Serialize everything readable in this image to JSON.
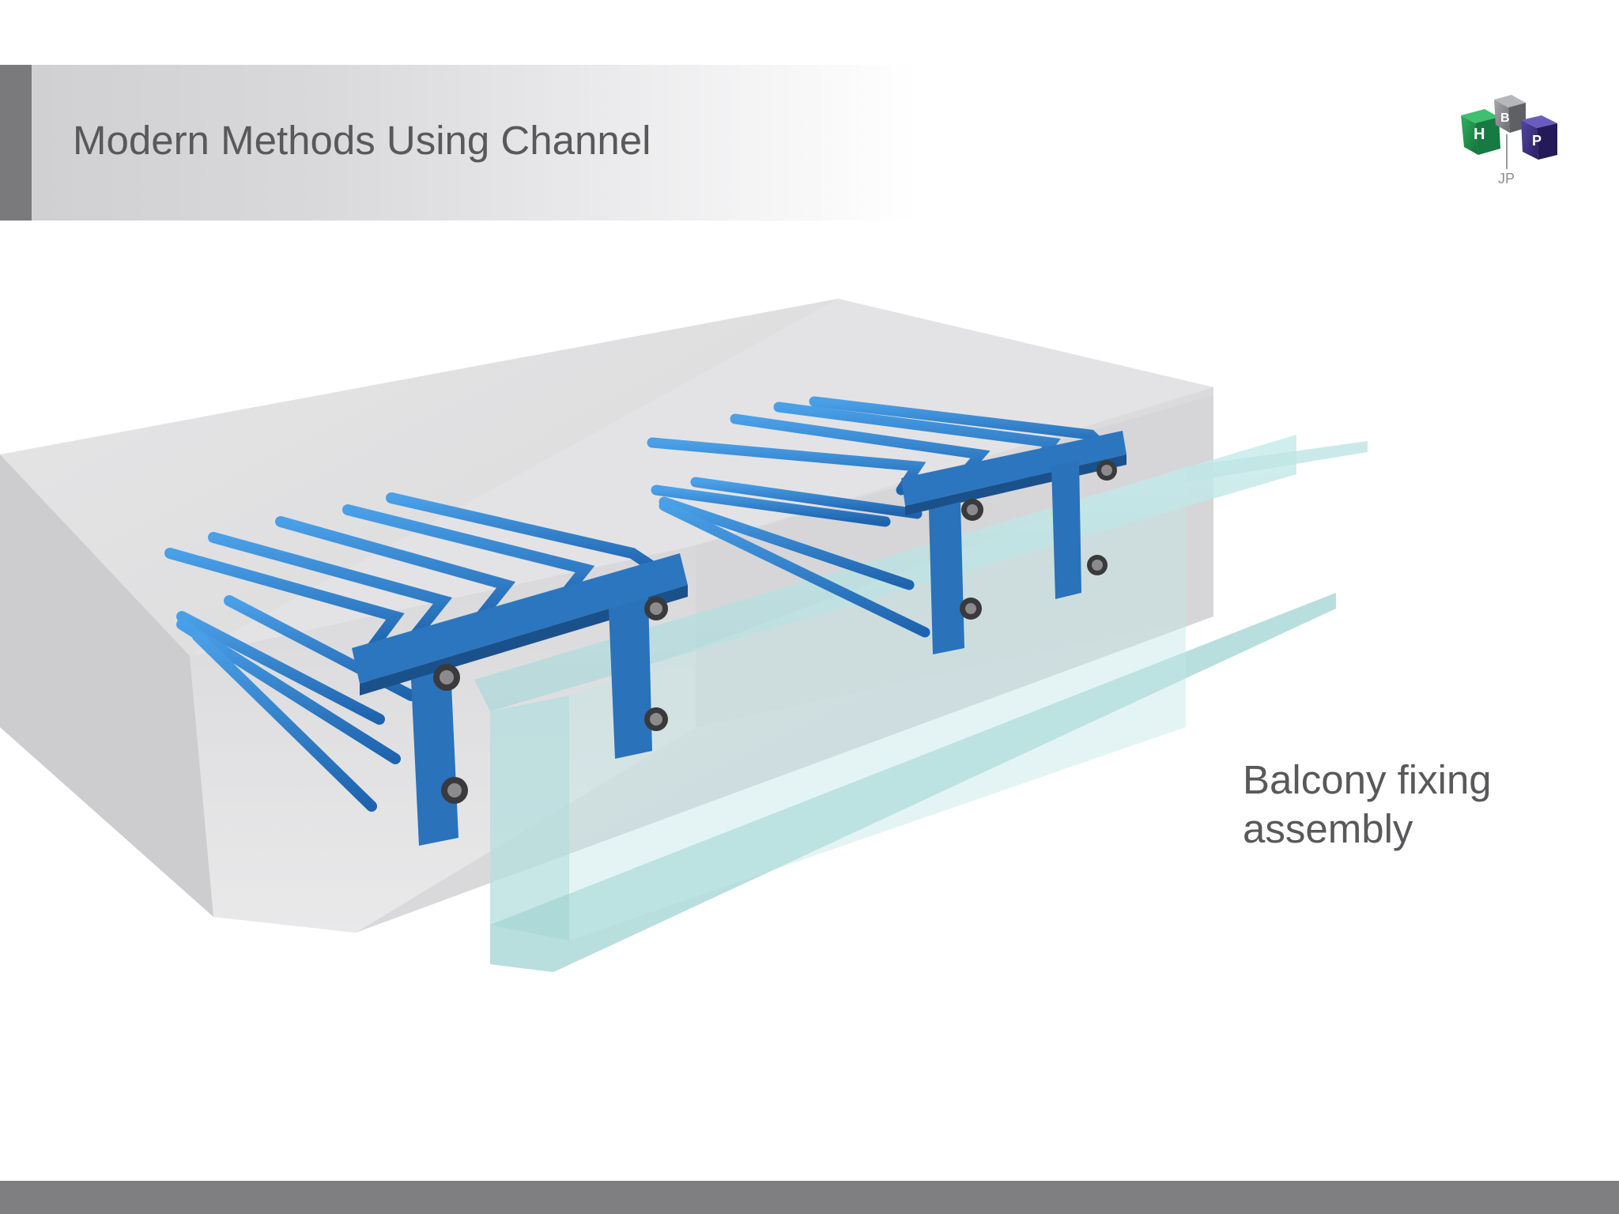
{
  "slide": {
    "title": "Modern Methods Using Channel",
    "caption_lines": [
      "Balcony fixing",
      "assembly"
    ]
  },
  "logo": {
    "letters": [
      "H",
      "B",
      "P"
    ],
    "sublabel": "JP",
    "colors": {
      "left": "#1e8a4c",
      "top": "#8a8c90",
      "right": "#3c2f7e"
    }
  },
  "illustration": {
    "subject": "concrete slab with cast-in blue anchor channels and translucent steel beam",
    "colors": {
      "concrete": "#dcdcdd",
      "anchor": "#2a79c4",
      "beam": "#bfe3e4",
      "bolt": "#3a3a3c"
    }
  },
  "theme": {
    "title_color": "#59595b",
    "accent_bar": "#7a7a7c",
    "footer_bar": "#7f7f81"
  }
}
